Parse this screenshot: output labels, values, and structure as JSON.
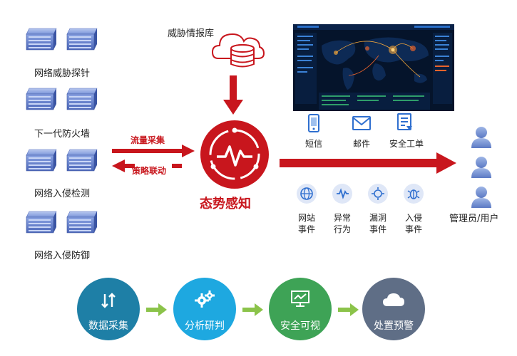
{
  "devices": [
    {
      "label": "网络威胁探针"
    },
    {
      "label": "下一代防火墙"
    },
    {
      "label": "网络入侵检测"
    },
    {
      "label": "网络入侵防御"
    }
  ],
  "threat_db": {
    "label": "威胁情报库"
  },
  "flows": {
    "collect": "流量采集",
    "linkage": "策略联动"
  },
  "core": {
    "label": "态势感知"
  },
  "channels": [
    {
      "label": "短信",
      "icon": "phone-icon"
    },
    {
      "label": "邮件",
      "icon": "mail-icon"
    },
    {
      "label": "安全工单",
      "icon": "ticket-icon"
    }
  ],
  "events": [
    {
      "line1": "网站",
      "line2": "事件",
      "icon": "globe-icon"
    },
    {
      "line1": "异常",
      "line2": "行为",
      "icon": "pulse-icon"
    },
    {
      "line1": "漏洞",
      "line2": "事件",
      "icon": "vuln-icon"
    },
    {
      "line1": "入侵",
      "line2": "事件",
      "icon": "bug-icon"
    }
  ],
  "admin": {
    "label": "管理员/用户"
  },
  "pipeline": [
    {
      "label": "数据采集",
      "color": "#1e7fa6",
      "icon": "updown-arrows-icon"
    },
    {
      "label": "分析研判",
      "color": "#1ea8e0",
      "icon": "gears-icon"
    },
    {
      "label": "安全可视",
      "color": "#3ea356",
      "icon": "monitor-icon"
    },
    {
      "label": "处置预警",
      "color": "#5f6e86",
      "icon": "cloud-icon"
    }
  ],
  "colors": {
    "red": "#c8161d",
    "arrow_green": "#8bc34a"
  }
}
